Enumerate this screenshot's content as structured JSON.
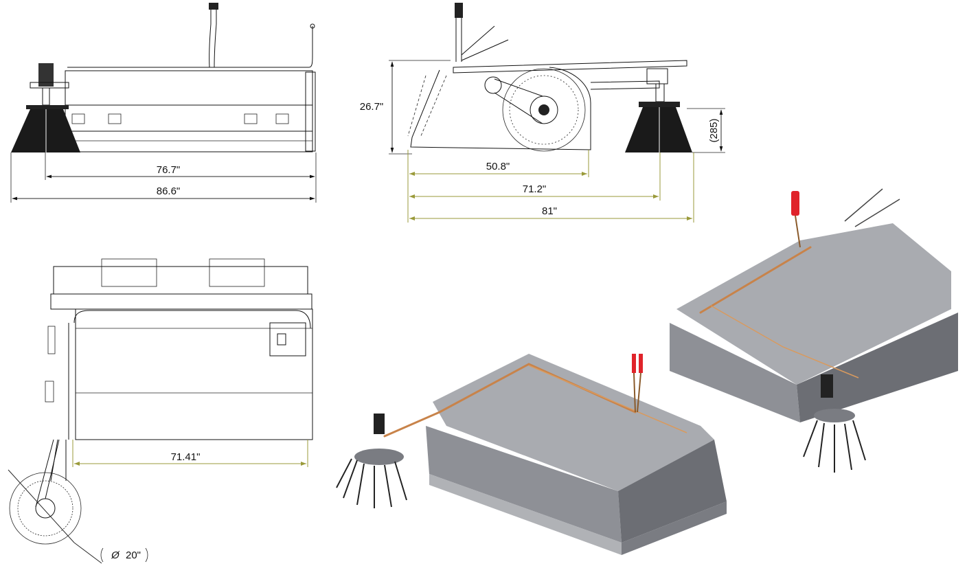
{
  "front_view": {
    "dim_inner": "76.7\"",
    "dim_outer": "86.6\""
  },
  "side_view": {
    "dim_height": "26.7\"",
    "dim_brush_height": "(285)",
    "dim_a": "50.8\"",
    "dim_b": "71.2\"",
    "dim_c": "81\""
  },
  "top_view": {
    "dim_width": "71.41\"",
    "dim_brush_diameter": "20\"",
    "diameter_symbol": "Ø"
  },
  "colors": {
    "body": "#8e9096",
    "pipe": "#c8834a",
    "handle": "#e0232a",
    "dimension_olive": "#9a9a3a"
  }
}
